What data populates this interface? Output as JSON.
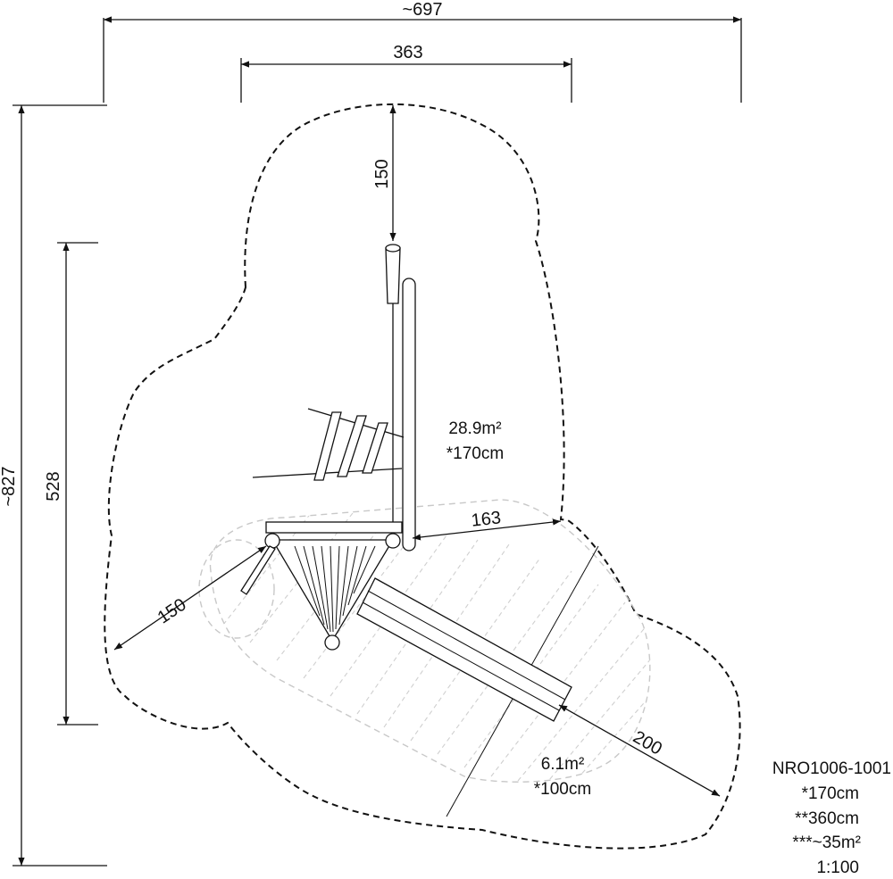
{
  "dimensions": {
    "overall_width": "~697",
    "upper_width": "363",
    "overall_height": "~827",
    "inner_height": "528",
    "top_clearance": "150",
    "right_clearance": "163",
    "left_clearance": "150",
    "slide_clearance": "200"
  },
  "zones": {
    "main": {
      "area": "28.9m²",
      "height": "*170cm"
    },
    "slide": {
      "area": "6.1m²",
      "height": "*100cm"
    }
  },
  "product": {
    "code": "NRO1006-1001",
    "fall_height": "*170cm",
    "total_height": "**360cm",
    "total_area": "***~35m²",
    "scale": "1:100"
  }
}
